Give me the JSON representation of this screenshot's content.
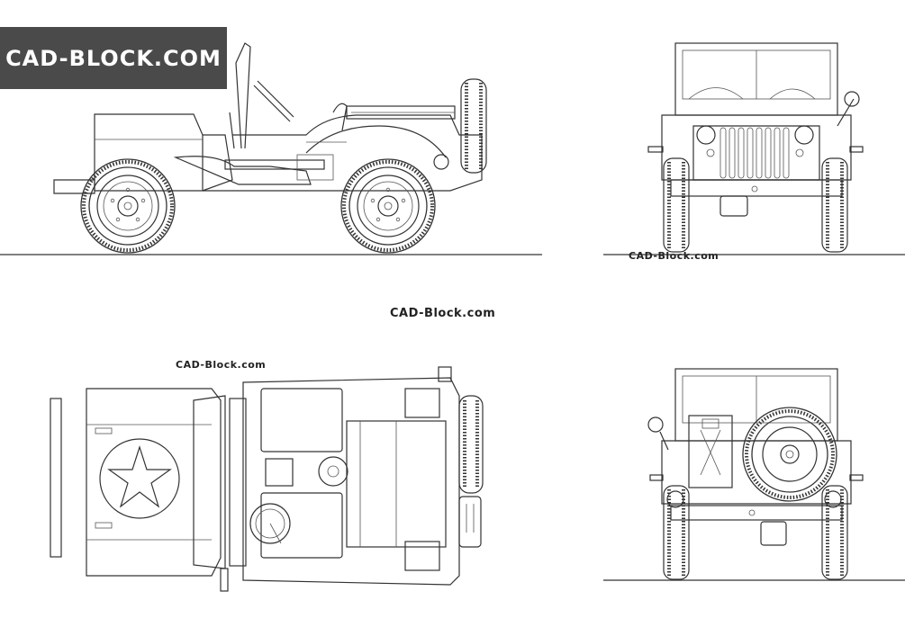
{
  "logo": {
    "text": "CAD-BLOCK.COM",
    "background": "#4a4a4a",
    "color": "#ffffff"
  },
  "watermarks": {
    "front": "CAD-Block.com",
    "center": "CAD-Block.com",
    "top": "CAD-Block.com"
  },
  "views": [
    "side-view",
    "front-view",
    "top-view",
    "rear-view"
  ],
  "line_color": "#333333"
}
